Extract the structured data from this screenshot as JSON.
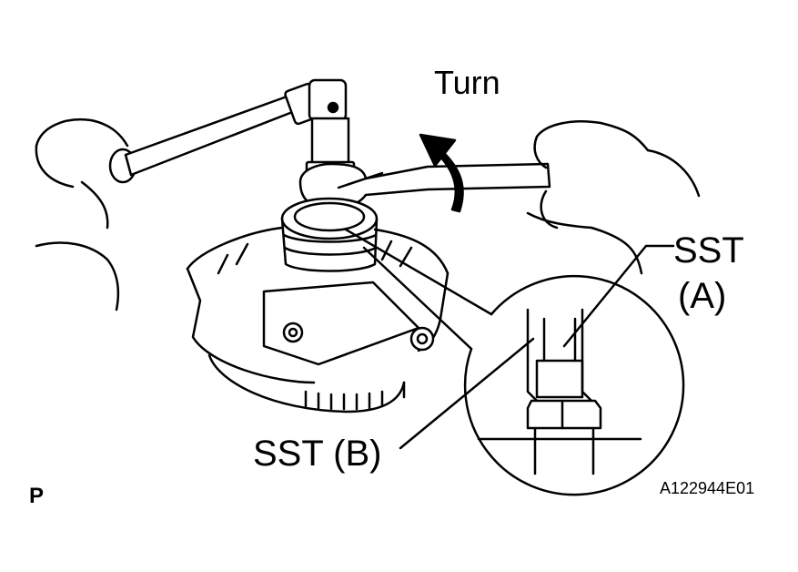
{
  "labels": {
    "turn": "Turn",
    "sst_a_line1": "SST",
    "sst_a_line2": "(A)",
    "sst_b": "SST (B)",
    "corner_mark": "P",
    "figure_id": "A122944E01"
  },
  "colors": {
    "ink": "#000000",
    "paper": "#ffffff"
  }
}
